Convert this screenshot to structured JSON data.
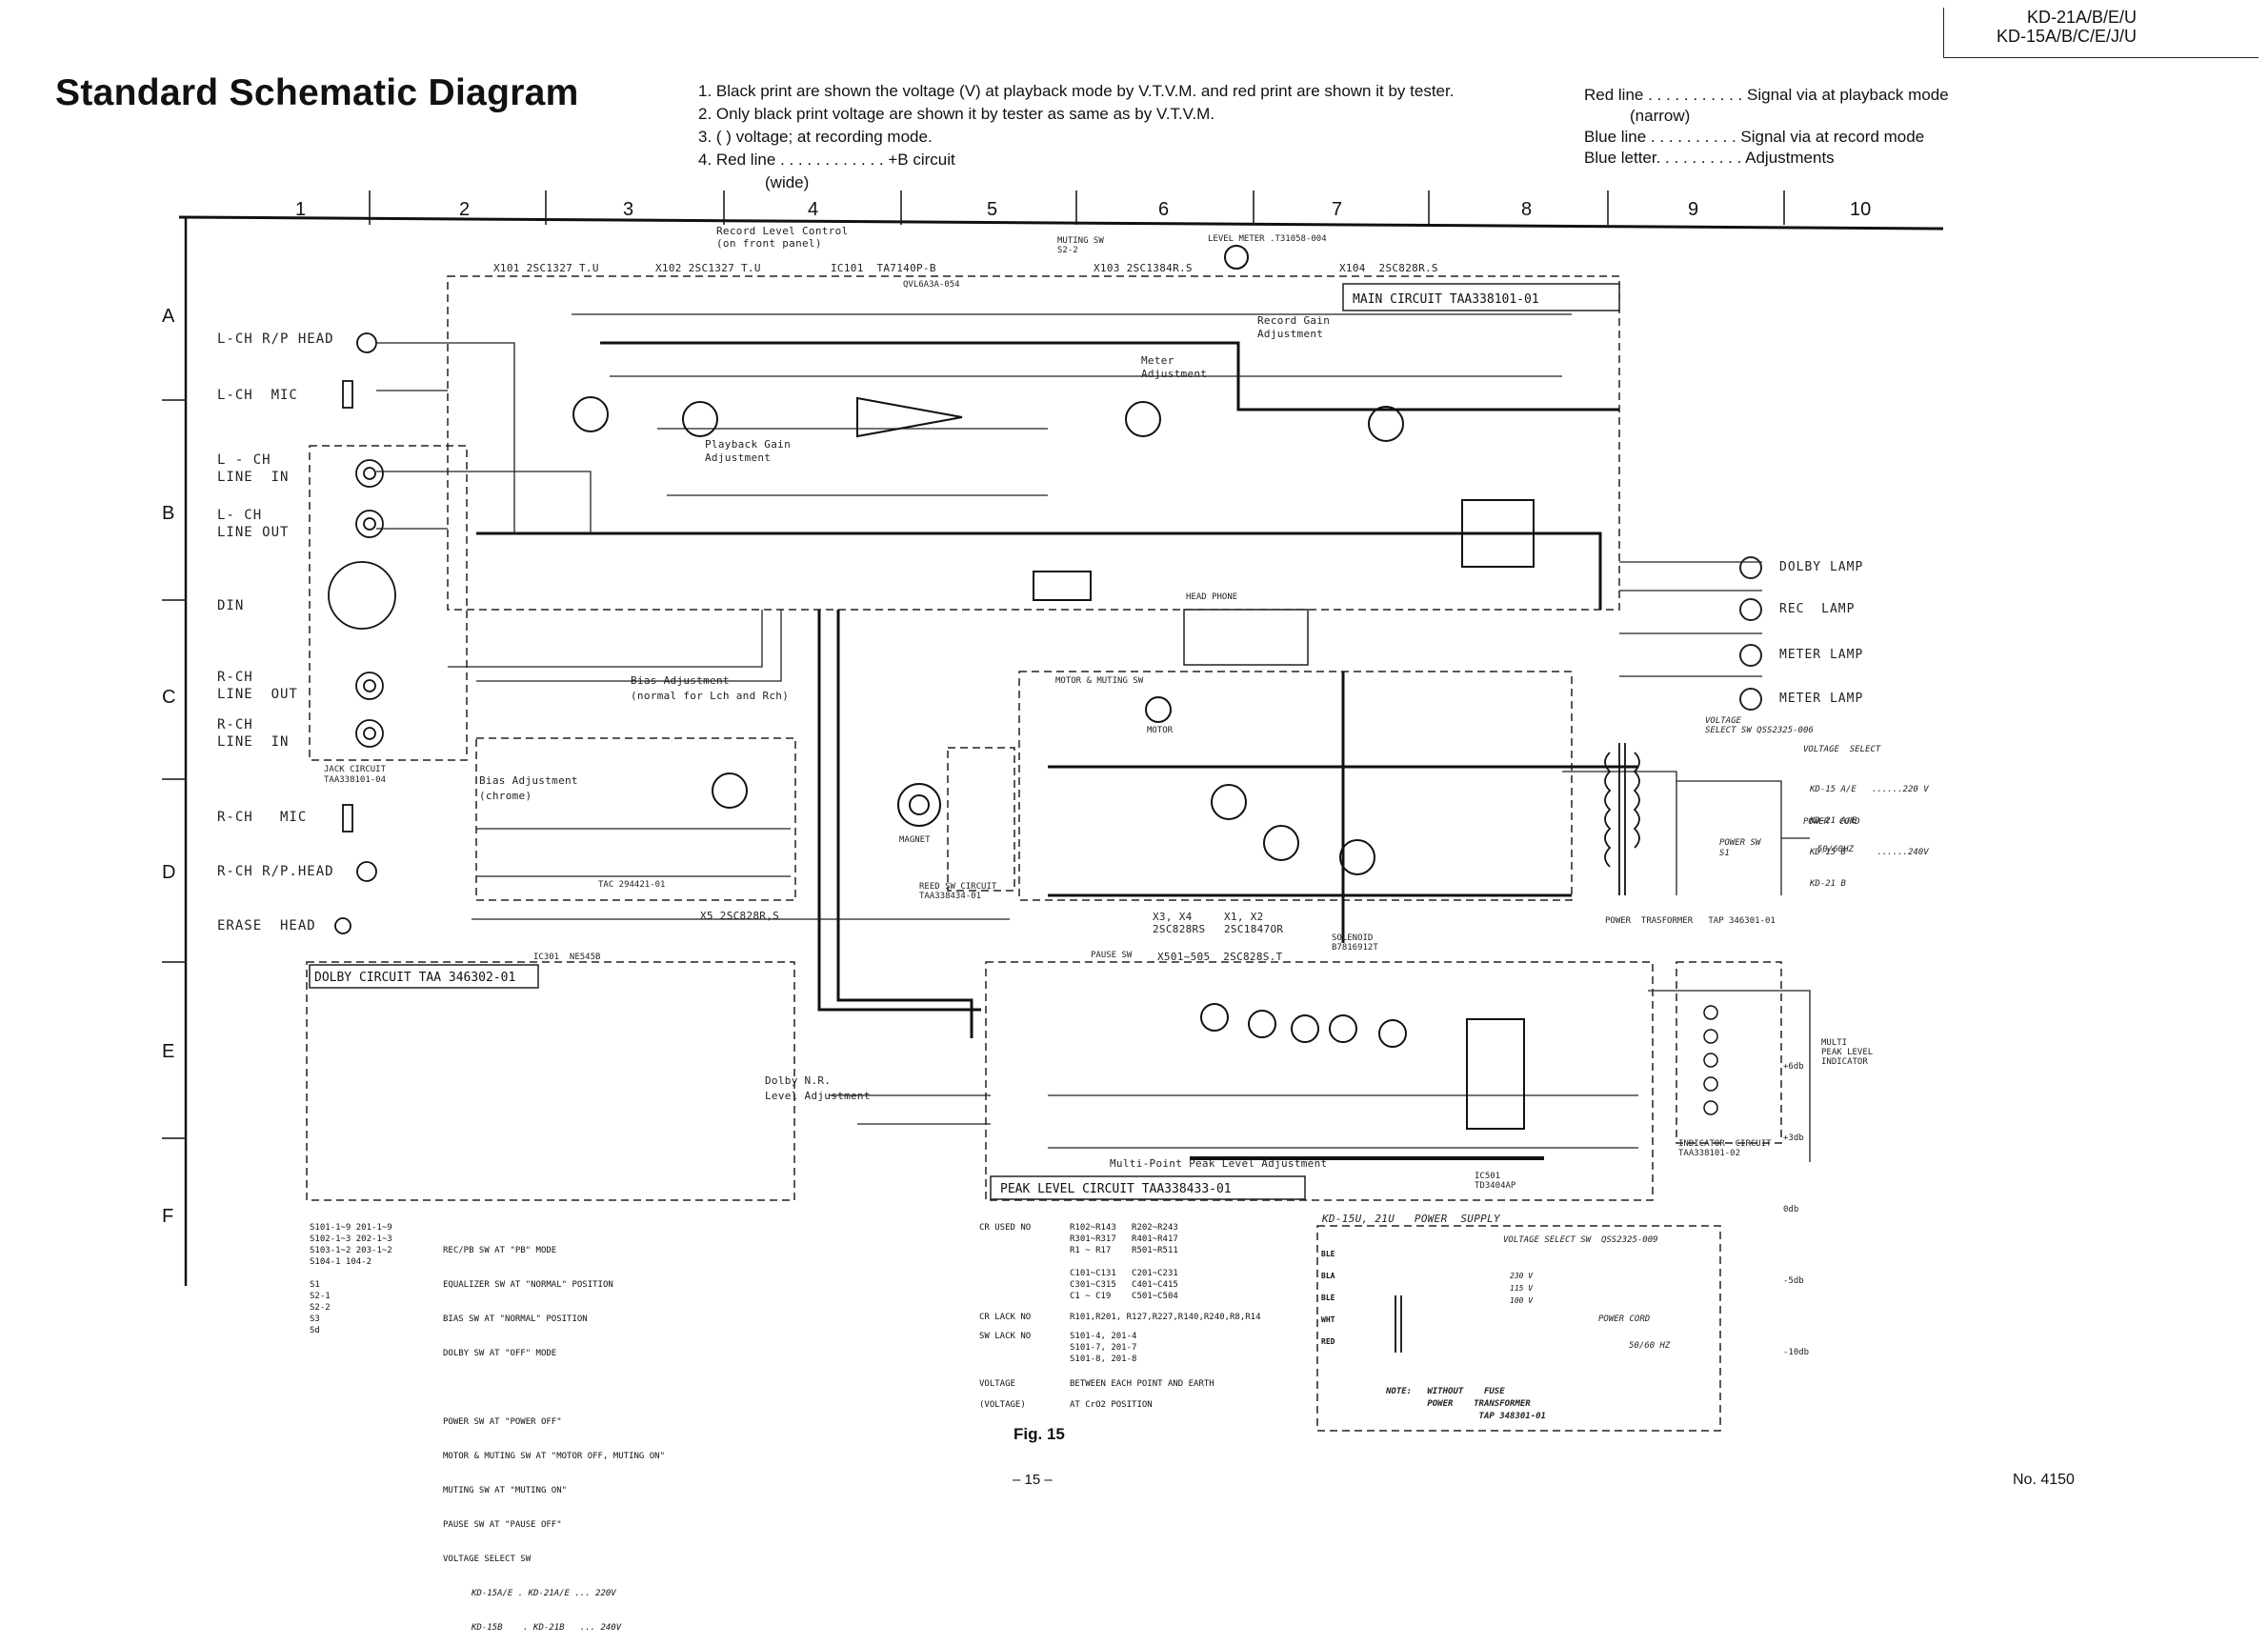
{
  "header": {
    "models": [
      "KD-21A/B/E/U",
      "KD-15A/B/C/E/J/U"
    ],
    "title": "Standard Schematic Diagram",
    "notes": [
      "1. Black print are shown the voltage (V) at playback mode by V.T.V.M. and red print are shown it by tester.",
      "2. Only black print voltage are shown it by tester as same as by V.T.V.M.",
      "3. (          ) voltage; at recording mode.",
      "4. Red line . . . . . . . . . . . . +B circuit",
      "(wide)"
    ],
    "legend": [
      "Red line . . . . . . . . . . . Signal via at playback mode",
      "(narrow)",
      "Blue line . . . . . . . . . . Signal via at record mode",
      "Blue letter. . . . . . . . . . Adjustments"
    ]
  },
  "grid": {
    "columns": [
      "1",
      "2",
      "3",
      "4",
      "5",
      "6",
      "7",
      "8",
      "9",
      "10"
    ],
    "rows": [
      "A",
      "B",
      "C",
      "D",
      "E",
      "F"
    ]
  },
  "left_labels": {
    "lch_rp_head": "L-CH R/P HEAD",
    "lch_mic": "L-CH  MIC",
    "lch_line_in": "L - CH\nLINE  IN",
    "lch_line_out": "L- CH\nLINE OUT",
    "din": "DIN",
    "rch_line_out": "R-CH\nLINE  OUT",
    "rch_line_in": "R-CH\nLINE  IN",
    "rch_mic": "R-CH   MIC",
    "rch_rp_head": "R-CH R/P.HEAD",
    "erase_head": "ERASE  HEAD",
    "jack_circuit": "JACK CIRCUIT\nTAA338101-04"
  },
  "components": {
    "x101": "X101 2SC1327 T.U",
    "x102": "X102 2SC1327 T.U",
    "ic101": "IC101  TA7140P-B",
    "ic101_sub": "QVL6A3A-054",
    "x103": "X103 2SC1384R.S",
    "x104": "X104  2SC828R.S",
    "main_circuit": "MAIN CIRCUIT  TAA338101-01",
    "level_meter": "LEVEL METER .T31058-004",
    "muting_sw": "MUTING SW\nS2-2",
    "record_level_control": "Record Level Control\n(on front panel)",
    "record_gain_adj": "Record Gain\nAdjustment",
    "meter_adj": "Meter\nAdjustment",
    "playback_gain_adj": "Playback Gain\nAdjustment",
    "bias_adj_normal": "Bias Adjustment\n(normal for Lch and Rch)",
    "bias_adj_chrome": "Bias Adjustment\n(chrome)",
    "tac_code": "TAC 294421-01",
    "x5": "X5 2SC828R,S",
    "ic301_top": "IC301  NE545B",
    "dolby_circuit": "DOLBY CIRCUIT TAA 346302-01",
    "dolby_nr_adj": "Dolby N.R.\nLevel Adjustment",
    "magnet": "MAGNET",
    "reed_sw_circuit": "REED SW CIRCUIT\nTAA338434-01",
    "motor_muting_sw": "MOTOR & MUTING SW",
    "motor": "MOTOR",
    "x3x4": "X3, X4\n2SC828RS",
    "x1x2": "X1, X2\n2SC1847OR",
    "x501_505": "X501~505  2SC828S.T",
    "solenoid": "SOLENOID\nB7816912T",
    "pause_sw": "PAUSE SW",
    "multi_point_adj": "Multi-Point Peak Level Adjustment",
    "peak_level_circuit": "PEAK  LEVEL CIRCUIT  TAA338433-01",
    "ic501": "IC501\nTD3404AP",
    "indicator_circuit": "INDICATOR  CIRCUIT\nTAA338101-02",
    "multi_peak_indicator": "MULTI\nPEAK LEVEL\nINDICATOR",
    "ic501_pins": [
      "+6db",
      "+3db",
      "0db",
      "-5db",
      "-10db"
    ],
    "power_transformer": "POWER  TRASFORMER   TAP 346301-01",
    "voltage_select_sw": "VOLTAGE\nSELECT SW QSS2325-006",
    "voltage_select_title": "VOLTAGE  SELECT",
    "voltage_select_lines": [
      "KD-15 A/E   ......220 V",
      "KD-21 A/E",
      "KD-15 B      ......240V",
      "KD-21 B"
    ],
    "power_sw": "POWER SW\nS1",
    "power_cord": "POWER  CORD",
    "power_freq": "50/60HZ",
    "head_phone": "HEAD PHONE"
  },
  "lamps": [
    "DOLBY LAMP",
    "REC  LAMP",
    "METER LAMP",
    "METER LAMP"
  ],
  "switch_table": {
    "left": [
      "S101-1~9   201-1~9",
      "S102-1~3   202-1~3",
      "S103-1~2   203-1~2",
      "S104-1     104-2",
      "",
      "S1",
      "S2-1",
      "S2-2",
      "S3",
      "Sd"
    ],
    "right": [
      "REC/PB SW AT \"PB\" MODE",
      "EQUALIZER SW AT \"NORMAL\" POSITION",
      "BIAS SW AT \"NORMAL\" POSITION",
      "DOLBY SW AT \"OFF\" MODE",
      "",
      "POWER SW AT \"POWER OFF\"",
      "MOTOR & MUTING SW AT \"MOTOR OFF, MUTING ON\"",
      "MUTING SW AT \"MUTING ON\"",
      "PAUSE SW AT \"PAUSE OFF\"",
      "VOLTAGE SELECT SW",
      "KD-15A/E . KD-21A/E ... 220V",
      "KD-15B    . KD-21B   ... 240V"
    ]
  },
  "cr_table": [
    [
      "CR USED NO",
      "R102~R143   R202~R243\nR301~R317   R401~R417\nR1 ~ R17    R501~R511\n\nC101~C131   C201~C231\nC301~C315   C401~C415\nC1 ~ C19    C501~C504"
    ],
    [
      "CR LACK NO",
      "R101,R201, R127,R227,R140,R240,R8,R14"
    ],
    [
      "SW LACK NO",
      "S101-4, 201-4\nS101-7, 201-7\nS101-8, 201-8"
    ],
    [
      "VOLTAGE",
      "BETWEEN EACH POINT AND EARTH"
    ],
    [
      "(VOLTAGE)",
      "AT CrO2 POSITION"
    ]
  ],
  "power_supply_box": {
    "title": "KD-15U, 21U   POWER  SUPPLY",
    "voltage_select": "VOLTAGE SELECT SW  QSS2325-009",
    "wire_labels": [
      "BLE",
      "BLA",
      "BLE",
      "WHT",
      "RED"
    ],
    "voltages": [
      "230 V",
      "115 V",
      "100 V"
    ],
    "power_cord": "POWER CORD",
    "freq": "50/60 HZ",
    "note": "NOTE:   WITHOUT    FUSE\n        POWER    TRANSFORMER\n                  TAP 348301-01"
  },
  "footer": {
    "fig": "Fig. 15",
    "page": "– 15 –",
    "doc_no": "No. 4150"
  }
}
